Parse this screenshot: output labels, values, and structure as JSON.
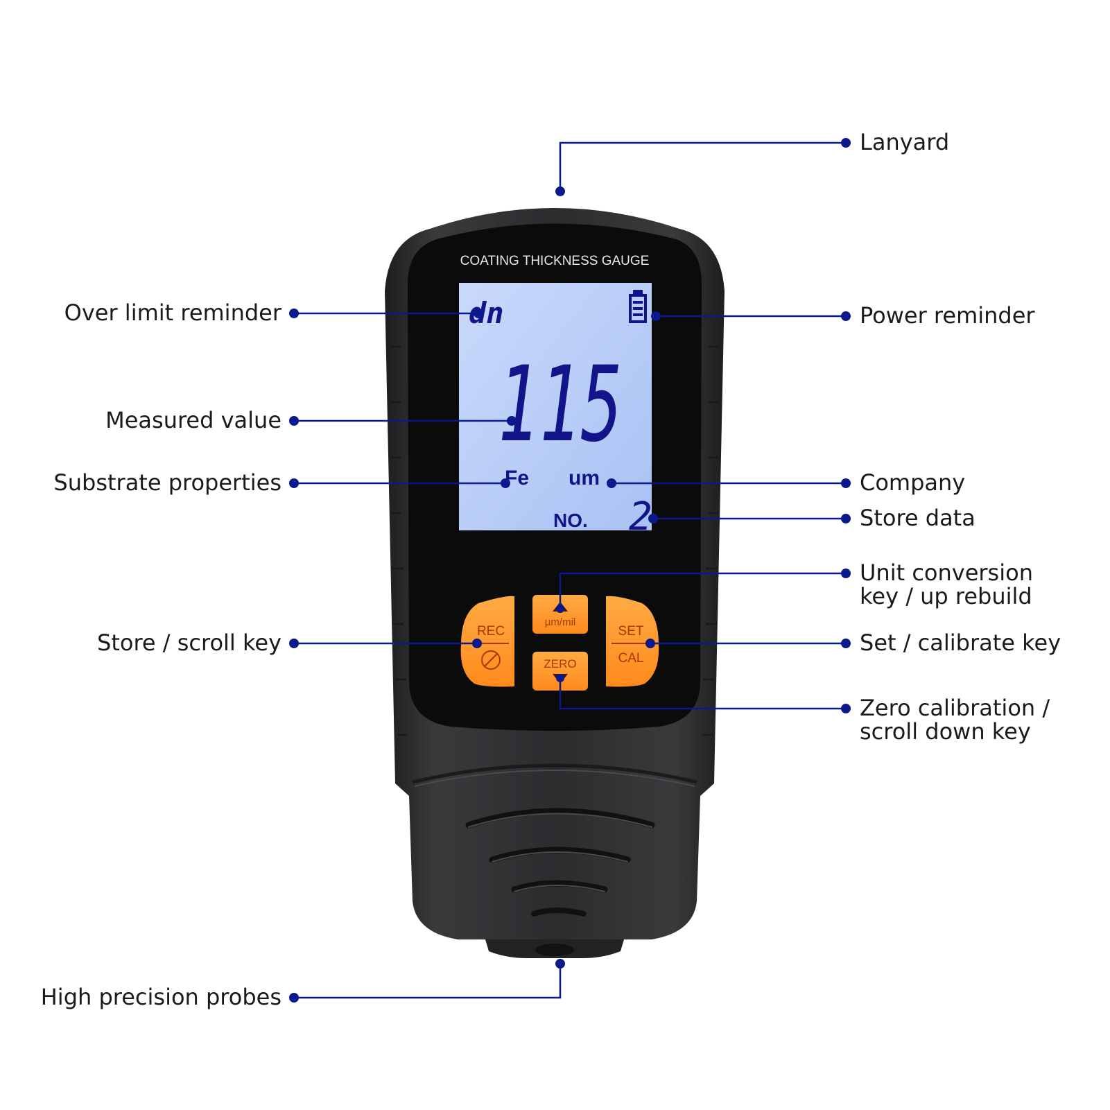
{
  "device": {
    "title": "COATING THICKNESS GAUGE",
    "colors": {
      "body": "#2b2b2d",
      "face": "#0b0b0c",
      "lcd": "#b7cdf7",
      "lcd_segment": "#14148a",
      "key": "#ff9a2e",
      "leader": "#0a1a8c"
    },
    "lcd": {
      "over_limit_symbol": "dn",
      "reading": "115",
      "substrate": "Fe",
      "unit": "um",
      "store_label": "NO.",
      "store_number": "2",
      "battery_icon": "battery-full-icon"
    },
    "keys": {
      "rec": "REC",
      "rec_icon": "no-entry-icon",
      "unit": "µm/mil",
      "unit_icon": "triangle-up-icon",
      "zero": "ZERO",
      "zero_icon": "triangle-down-icon",
      "set": "SET",
      "cal": "CAL"
    }
  },
  "callouts": {
    "lanyard": [
      "Lanyard"
    ],
    "over_limit": [
      "Over limit reminder"
    ],
    "power": [
      "Power reminder"
    ],
    "measured": [
      "Measured value"
    ],
    "substrate": [
      "Substrate properties"
    ],
    "company": [
      "Company"
    ],
    "store_data": [
      "Store data"
    ],
    "unit_key": [
      "Unit conversion",
      "key / up rebuild"
    ],
    "store_key": [
      "Store / scroll key"
    ],
    "set_key": [
      "Set / calibrate key"
    ],
    "zero_key": [
      "Zero calibration /",
      "scroll down key"
    ],
    "probes": [
      "High precision probes"
    ]
  }
}
